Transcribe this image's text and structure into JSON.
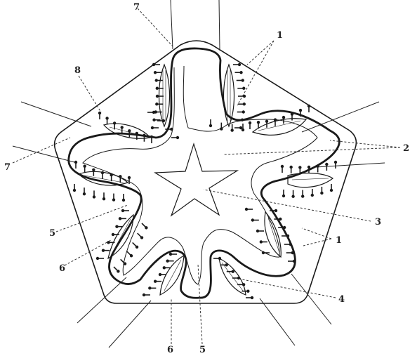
{
  "figure": {
    "labels": [
      "1",
      "1",
      "2",
      "3",
      "4",
      "5",
      "5",
      "6",
      "6",
      "7",
      "7",
      "8"
    ]
  },
  "colors": {
    "ink": "#1a1a1a",
    "paper": "#ffffff"
  }
}
